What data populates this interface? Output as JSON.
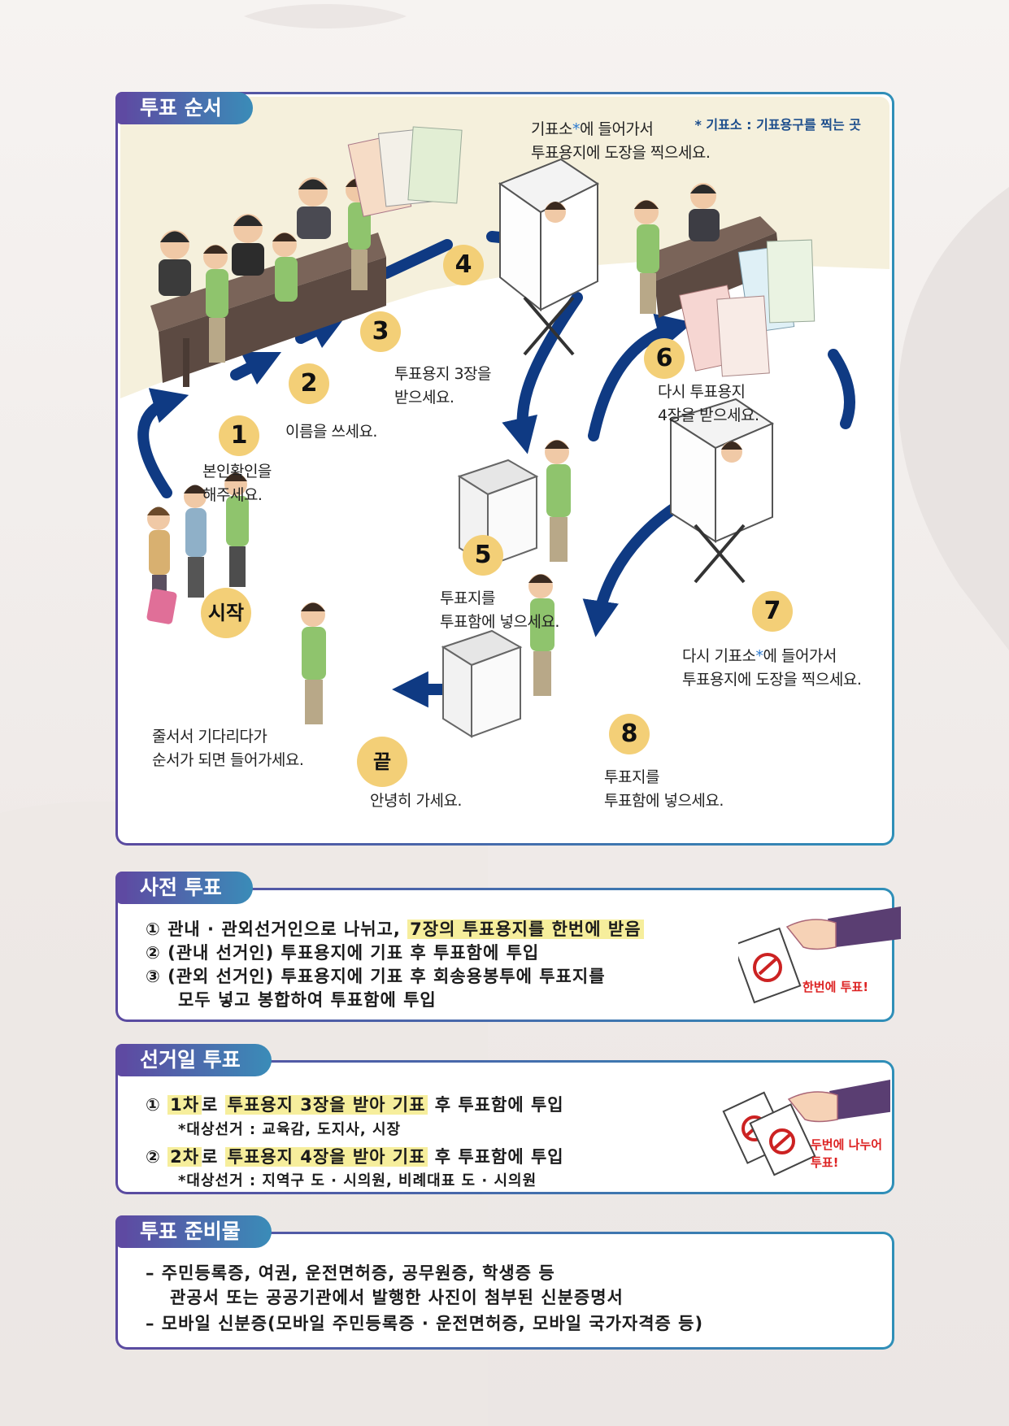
{
  "process": {
    "title": "투표 순서",
    "footnote": "* 기표소 : 기표용구를 찍는 곳",
    "steps": {
      "start": {
        "marker": "시작",
        "text": [
          "줄서서 기다리다가",
          "순서가 되면 들어가세요."
        ]
      },
      "s1": {
        "marker": "1",
        "text": [
          "본인확인을",
          "해주세요."
        ]
      },
      "s2": {
        "marker": "2",
        "text": [
          "이름을 쓰세요."
        ]
      },
      "s3": {
        "marker": "3",
        "text": [
          "투표용지 3장을",
          "받으세요."
        ]
      },
      "s4": {
        "marker": "4",
        "text_a": "기표소",
        "text_star": "*",
        "text_b": "에 들어가서",
        "text2": "투표용지에 도장을 찍으세요."
      },
      "s5": {
        "marker": "5",
        "text": [
          "투표지를",
          "투표함에 넣으세요."
        ]
      },
      "s6": {
        "marker": "6",
        "text": [
          "다시 투표용지",
          "4장을 받으세요."
        ]
      },
      "s7": {
        "marker": "7",
        "text_a": "다시 기표소",
        "text_star": "*",
        "text_b": "에 들어가서",
        "text2": "투표용지에 도장을 찍으세요."
      },
      "s8": {
        "marker": "8",
        "text": [
          "투표지를",
          "투표함에 넣으세요."
        ]
      },
      "end": {
        "marker": "끝",
        "text": [
          "안녕히 가세요."
        ]
      }
    }
  },
  "early_voting": {
    "title": "사전 투표",
    "l1_a": "① 관내 · 관외선거인으로 나뉘고, ",
    "l1_hl": "7장의 투표용지를 한번에 받음",
    "l2": "② (관내 선거인) 투표용지에 기표 후 투표함에 투입",
    "l3": "③ (관외 선거인) 투표용지에 기표 후 회송용봉투에 투표지를",
    "l4": "모두 넣고 봉합하여 투표함에 투입",
    "badge": "한번에 투표!"
  },
  "election_day": {
    "title": "선거일 투표",
    "l1_a": "① ",
    "l1_hl1": "1차",
    "l1_b": "로 ",
    "l1_hl2": "투표용지 3장을 받아 기표",
    "l1_c": " 후 투표함에 투입",
    "l1_sub": "*대상선거 : 교육감, 도지사, 시장",
    "l2_a": "② ",
    "l2_hl1": "2차",
    "l2_b": "로 ",
    "l2_hl2": "투표용지 4장을 받아 기표",
    "l2_c": " 후 투표함에 투입",
    "l2_sub": "*대상선거 : 지역구 도 · 시의원, 비례대표 도 · 시의원",
    "badge1": "두번에 나누어",
    "badge2": "투표!"
  },
  "preparation": {
    "title": "투표 준비물",
    "l1": "– 주민등록증, 여권, 운전면허증, 공무원증, 학생증 등",
    "l2": "관공서 또는 공공기관에서 발행한 사진이 첨부된 신분증명서",
    "l3": "– 모바일 신분증(모바일 주민등록증 · 운전면허증, 모바일 국가자격증 등)"
  },
  "colors": {
    "arrow": "#0f3a83",
    "marker": "#f3cf77",
    "tag_start": "#5e4aa2",
    "tag_end": "#3a8cb8",
    "highlight": "#f6ee9c",
    "badge": "#d22222"
  }
}
